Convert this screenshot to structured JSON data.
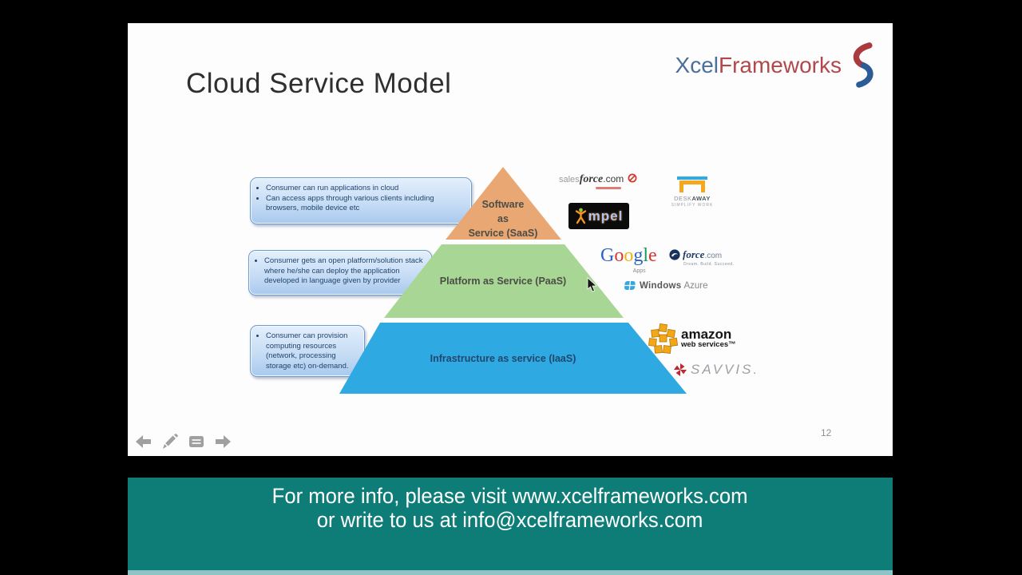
{
  "slide": {
    "title": "Cloud Service Model",
    "page_number": "12",
    "logo": {
      "part1": "Xcel",
      "part2": "Frameworks"
    },
    "callouts": [
      {
        "bullets": [
          "Consumer can run applications in cloud",
          "Can access apps through various clients including browsers, mobile device etc"
        ]
      },
      {
        "bullets": [
          "Consumer gets an open platform/solution stack where  he/she can deploy the application developed in language given by provider"
        ]
      },
      {
        "bullets": [
          "Consumer can provision computing resources (network, processing storage etc) on-demand."
        ]
      }
    ],
    "pyramid": {
      "saas": {
        "line1": "Software",
        "line2": "as",
        "line3": "Service (SaaS)",
        "color": "#e9a873"
      },
      "paas": {
        "label": "Platform as Service (PaaS)",
        "color": "#a8d795"
      },
      "iaas": {
        "label": "Infrastructure as service (IaaS)",
        "color": "#2fa9e1"
      }
    },
    "vendors": {
      "salesforce": {
        "p1": "sales",
        "p2": "force",
        "p3": ".com"
      },
      "impel": {
        "name": "mpel"
      },
      "deskaway": {
        "name1": "DESK",
        "name2": "AWAY",
        "tagline": "SIMPLIFY WORK"
      },
      "google": {
        "l1": "G",
        "l2": "o",
        "l3": "o",
        "l4": "g",
        "l5": "l",
        "l6": "e",
        "sub": "Apps"
      },
      "force": {
        "p1": "force",
        "p2": ".com",
        "tagline": "Dream. Build. Succeed."
      },
      "azure": {
        "name1": "Windows",
        "name2": "Azure"
      },
      "aws": {
        "name1": "amazon",
        "name2": "web services™"
      },
      "savvis": {
        "name": "SAVVIS."
      }
    },
    "icons": {
      "prev": "left-arrow",
      "pen": "pencil",
      "notes": "annotation-panel",
      "next": "right-arrow"
    }
  },
  "banner": {
    "line1": "For more info, please visit www.xcelframeworks.com",
    "line2": "or write to us at info@xcelframeworks.com",
    "bg": "#0e7d78"
  },
  "colors": {
    "banner_bg": "#0e7d78",
    "saas_tier": "#e9a873",
    "paas_tier": "#a8d795",
    "iaas_tier": "#2fa9e1",
    "logo_blue": "#4a6f9b",
    "logo_red": "#b2484c"
  }
}
